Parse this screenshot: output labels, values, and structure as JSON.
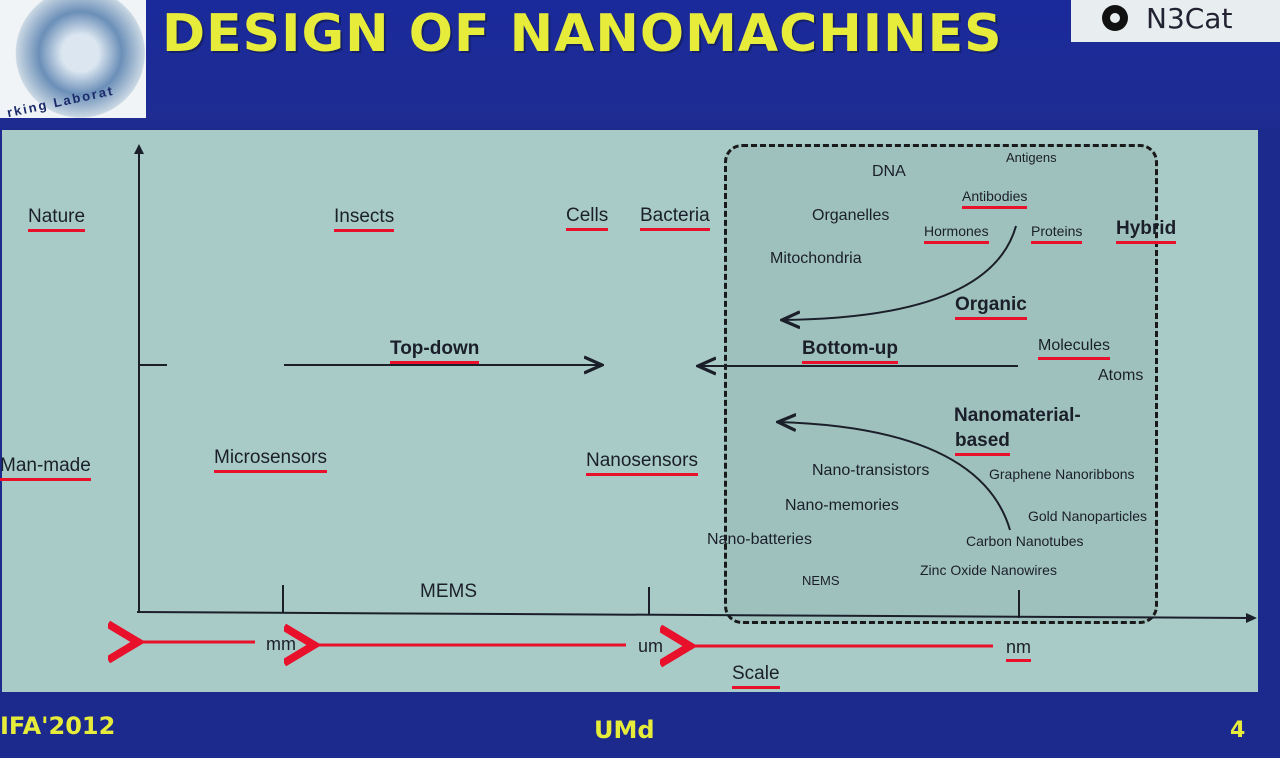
{
  "header": {
    "title": "DESIGN OF NANOMACHINES",
    "logo_text": "rking Laborat",
    "brand": "N3Cat"
  },
  "diagram": {
    "row_labels": {
      "nature": "Nature",
      "man_made": "Man-made"
    },
    "nature_items": {
      "insects": "Insects",
      "cells": "Cells",
      "bacteria": "Bacteria"
    },
    "hybrid_items": {
      "dna": "DNA",
      "antigens": "Antigens",
      "antibodies": "Antibodies",
      "organelles": "Organelles",
      "hormones": "Hormones",
      "proteins": "Proteins",
      "hybrid": "Hybrid",
      "mitochondria": "Mitochondria",
      "organic": "Organic"
    },
    "approaches": {
      "top_down": "Top-down",
      "bottom_up": "Bottom-up"
    },
    "molecules": "Molecules",
    "atoms": "Atoms",
    "nanomaterial_line1": "Nanomaterial-",
    "nanomaterial_line2": "based",
    "man_made_items": {
      "microsensors": "Microsensors",
      "nanosensors": "Nanosensors",
      "nano_transistors": "Nano-transistors",
      "graphene": "Graphene Nanoribbons",
      "nano_memories": "Nano-memories",
      "gold": "Gold Nanoparticles",
      "nano_batteries": "Nano-batteries",
      "carbon": "Carbon Nanotubes",
      "zinc": "Zinc Oxide Nanowires",
      "nems": "NEMS",
      "mems": "MEMS"
    },
    "scale": {
      "mm": "mm",
      "um": "um",
      "nm": "nm",
      "label": "Scale"
    }
  },
  "footer": {
    "left": "IFA'2012",
    "center": "UMd",
    "page": "4"
  },
  "colors": {
    "accent_yellow": "#e7ec3a",
    "underline_red": "#e8102a",
    "slide_bg": "#a9cbc8",
    "frame_blue": "#1c2a8e"
  }
}
